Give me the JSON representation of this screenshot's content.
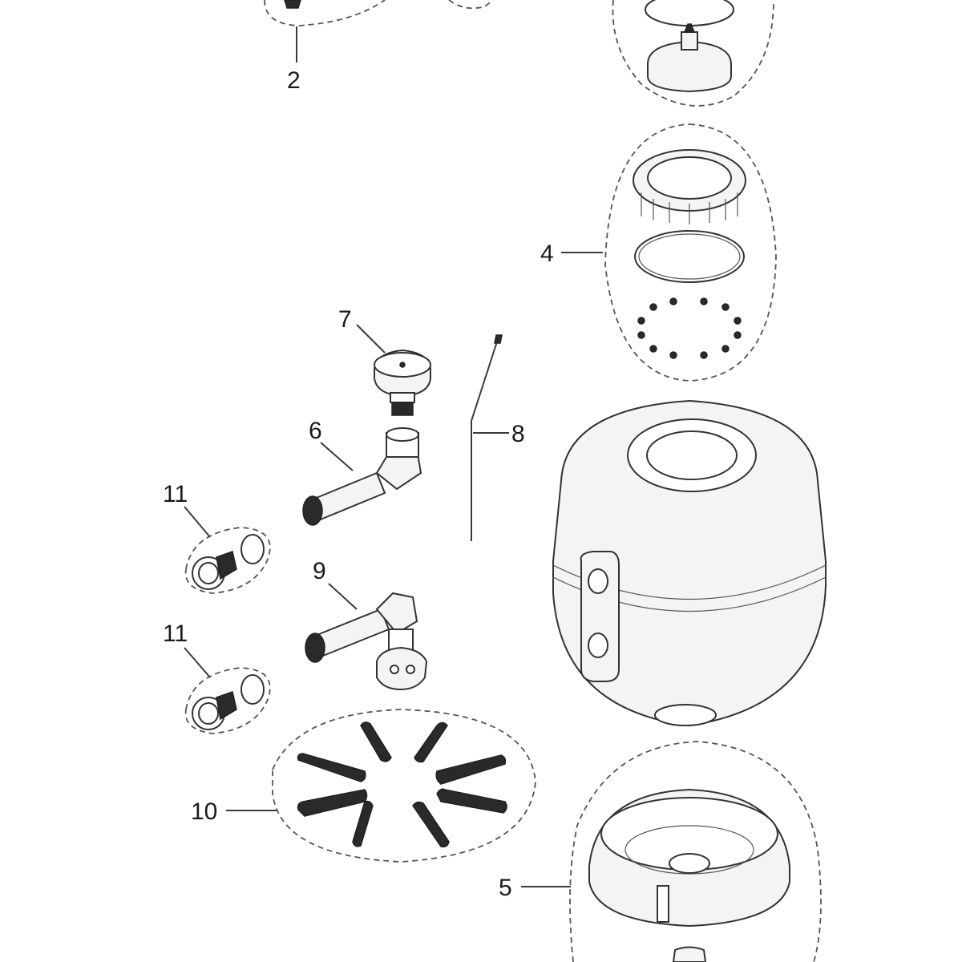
{
  "callouts": {
    "c2": "2",
    "c4": "4",
    "c5": "5",
    "c6": "6",
    "c7": "7",
    "c8": "8",
    "c9": "9",
    "c10": "10",
    "c11a": "11",
    "c11b": "11"
  },
  "colors": {
    "line": "#333333",
    "background": "#ffffff",
    "dark_parts": "#2a2a2a"
  }
}
